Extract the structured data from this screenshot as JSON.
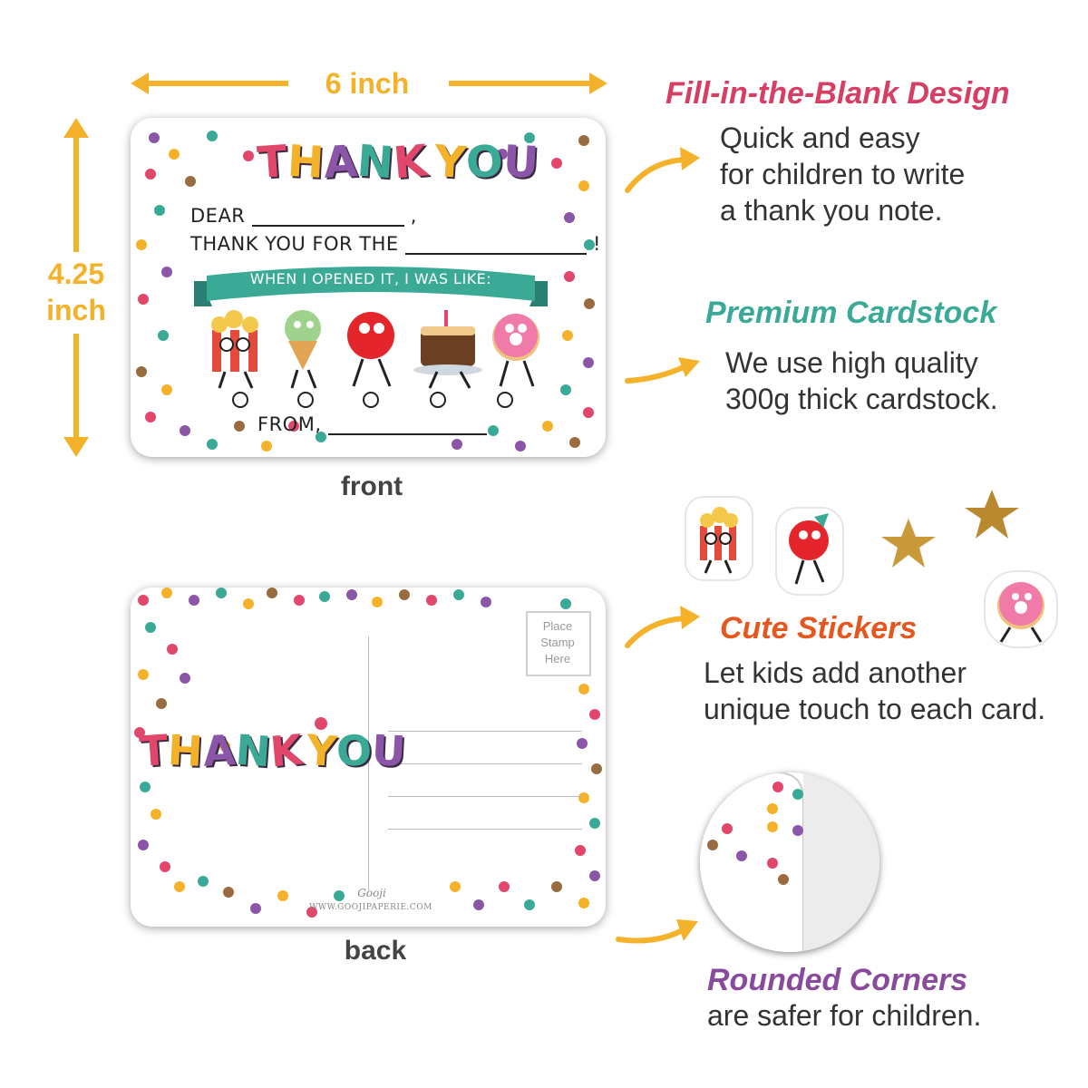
{
  "dimensions": {
    "width_label": "6 inch",
    "height_label": "4.25 inch"
  },
  "front": {
    "caption": "front",
    "title_letters": [
      "T",
      "H",
      "A",
      "N",
      "K",
      "Y",
      "O",
      "U"
    ],
    "dear_label": "DEAR",
    "thank_you_for_label": "THANK YOU FOR THE",
    "banner_text": "WHEN I OPENED IT, I WAS LIKE:",
    "from_label": "FROM,"
  },
  "back": {
    "caption": "back",
    "stamp_text": "Place Stamp Here",
    "brand": "Gooji",
    "website": "WWW.GOOJIPAPERIE.COM",
    "title_letters": [
      "T",
      "H",
      "A",
      "N",
      "K",
      "Y",
      "O",
      "U"
    ]
  },
  "features": [
    {
      "title": "Fill-in-the-Blank Design",
      "body_lines": [
        "Quick and easy",
        "for children to write",
        "a thank you note."
      ],
      "color": "#d63f63"
    },
    {
      "title": "Premium Cardstock",
      "body_lines": [
        "We use high quality",
        "300g thick cardstock."
      ],
      "color": "#3aaa97"
    },
    {
      "title": "Cute Stickers",
      "body_lines": [
        "Let kids add another",
        "unique touch to each card."
      ],
      "color": "#e4581f"
    },
    {
      "title": "Rounded Corners",
      "body_lines": [
        "are safer for children."
      ],
      "color": "#8a4a9c"
    }
  ],
  "colors": {
    "accent": "#f4b22b",
    "dot_purple": "#8b55a8",
    "dot_teal": "#3aaa97",
    "dot_pink": "#e0476b",
    "dot_yellow": "#f4b22b",
    "dot_brown": "#9a6b3e"
  }
}
